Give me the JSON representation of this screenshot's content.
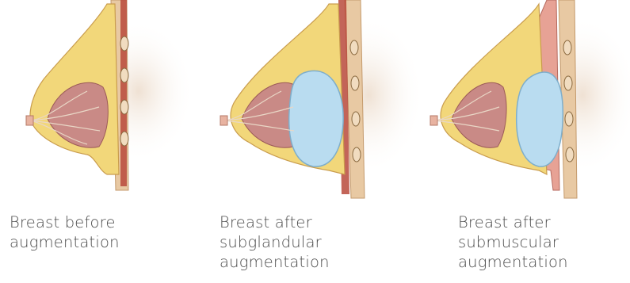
{
  "panels": [
    {
      "id": "before",
      "caption": [
        "Breast before",
        "augmentation"
      ],
      "implant": "none"
    },
    {
      "id": "subglandular",
      "caption": [
        "Breast after",
        "subglandular",
        "augmentation"
      ],
      "implant": "subglandular"
    },
    {
      "id": "submuscular",
      "caption": [
        "Breast after",
        "submuscular",
        "augmentation"
      ],
      "implant": "submuscular"
    }
  ],
  "colors": {
    "fat": "#f2d77a",
    "fat_outline": "#d7b25a",
    "gland": "#c98a86",
    "muscle": "#b84a3c",
    "rib": "#e8c9a3",
    "implant": "#b9dcf0",
    "implant_outline": "#7eaecb",
    "skin": "#f6d1b5",
    "shadow": "#efe1d3"
  }
}
